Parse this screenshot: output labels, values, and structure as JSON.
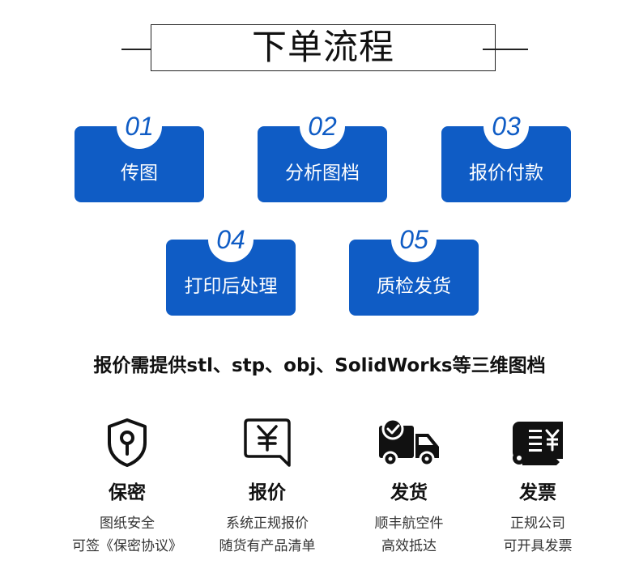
{
  "header": {
    "title": "下单流程"
  },
  "steps": [
    {
      "number": "01",
      "label": "传图"
    },
    {
      "number": "02",
      "label": "分析图档"
    },
    {
      "number": "03",
      "label": "报价付款"
    },
    {
      "number": "04",
      "label": "打印后处理"
    },
    {
      "number": "05",
      "label": "质检发货"
    }
  ],
  "note": "报价需提供stl、stp、obj、SolidWorks等三维图档",
  "features": [
    {
      "icon": "shield-keyhole-icon",
      "title": "保密",
      "lines": [
        "图纸安全",
        "可签《保密协议》"
      ]
    },
    {
      "icon": "yuan-bubble-icon",
      "title": "报价",
      "lines": [
        "系统正规报价",
        "随货有产品清单"
      ]
    },
    {
      "icon": "delivery-truck-icon",
      "title": "发货",
      "lines": [
        "顺丰航空件",
        "高效抵达"
      ]
    },
    {
      "icon": "invoice-scroll-icon",
      "title": "发票",
      "lines": [
        "正规公司",
        "可开具发票"
      ]
    }
  ],
  "colors": {
    "accent": "#0f5cc5",
    "text": "#111111",
    "muted": "#333333"
  }
}
